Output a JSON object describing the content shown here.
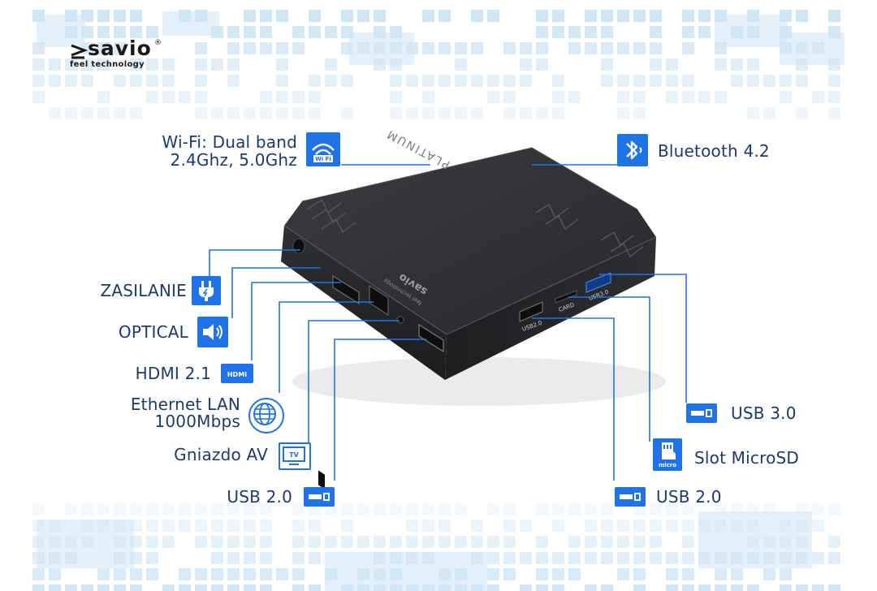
{
  "brand": {
    "name": "savio",
    "registered": "®",
    "tagline": "feel technology"
  },
  "device_print": {
    "top_model": "PLATINUM",
    "front_brand": "savio",
    "front_tagline": "feel technology",
    "port_card": "CARD",
    "port_usb3": "USB3.0",
    "port_usb2": "USB2.0"
  },
  "features": {
    "wifi": {
      "line1": "Wi-Fi: Dual band",
      "line2": "2.4Ghz, 5.0Ghz",
      "icon": "wifi-icon",
      "icon_text": "Wi Fi"
    },
    "bluetooth": {
      "text": "Bluetooth 4.2",
      "icon": "bluetooth-icon"
    },
    "power": {
      "text": "ZASILANIE",
      "icon": "power-plug-icon"
    },
    "optical": {
      "text": "OPTICAL",
      "icon": "speaker-icon"
    },
    "hdmi": {
      "text": "HDMI 2.1",
      "icon": "hdmi-icon",
      "icon_text": "HDMI"
    },
    "ethernet": {
      "line1": "Ethernet LAN",
      "line2": "1000Mbps",
      "icon": "globe-icon"
    },
    "av": {
      "text": "Gniazdo AV",
      "icon": "tv-icon",
      "icon_text": "TV"
    },
    "usb2_left": {
      "text": "USB 2.0",
      "icon": "usb-icon"
    },
    "usb3": {
      "text": "USB 3.0",
      "icon": "usb-icon"
    },
    "microsd": {
      "text": "Slot MicroSD",
      "icon": "microsd-icon",
      "icon_text": "micro"
    },
    "usb2_right": {
      "text": "USB 2.0",
      "icon": "usb-icon"
    }
  },
  "colors": {
    "accent": "#1f73e6",
    "label_text": "#1c3a70",
    "pattern": "#cfe6f5",
    "device": "#2b2d30"
  }
}
